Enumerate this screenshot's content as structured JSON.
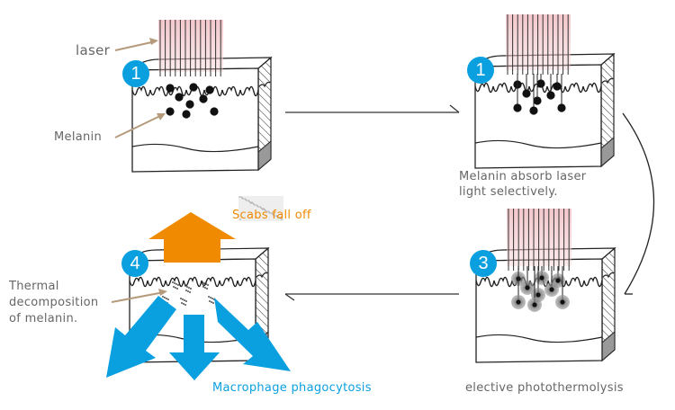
{
  "diagram": {
    "colors": {
      "badge": "#0aa0e0",
      "laser_beam": "#f3c8cc",
      "pointer_arrow": "#b59a7c",
      "scab_arrow": "#f08a00",
      "macrophage_arrow": "#0aa0e0",
      "text": "#666666",
      "outline": "#222222"
    },
    "panels": [
      {
        "id": "step-1a",
        "badge": "1",
        "state": "laser-incident"
      },
      {
        "id": "step-1b",
        "badge": "1",
        "state": "melanin-absorbs"
      },
      {
        "id": "step-3",
        "badge": "3",
        "state": "heated-melanin"
      },
      {
        "id": "step-4",
        "badge": "4",
        "state": "decomposition"
      }
    ],
    "labels": {
      "laser": "laser",
      "melanin": "Melanin",
      "absorb_line1": "Melanin absorb laser",
      "absorb_line2": "light selectively.",
      "photothermolysis": "elective photothermolysis",
      "scabs": "Scabs fall off",
      "thermal_line1": "Thermal",
      "thermal_line2": "decomposition",
      "thermal_line3": "of melanin.",
      "macrophage": "Macrophage phagocytosis"
    },
    "flow": [
      "step-1a",
      "step-1b",
      "step-3",
      "step-4"
    ]
  }
}
